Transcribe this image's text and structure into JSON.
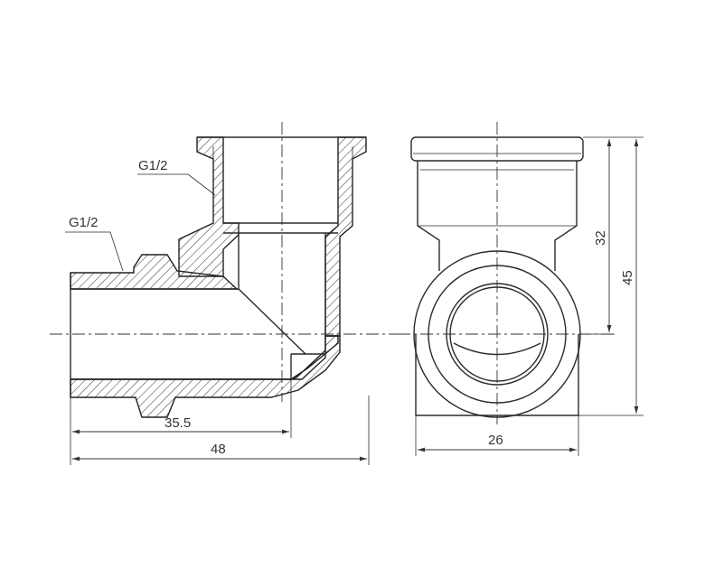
{
  "labels": {
    "thread_top": "G1/2",
    "thread_side": "G1/2"
  },
  "dimensions": {
    "length_inner": "35.5",
    "length_total": "48",
    "width_side": "26",
    "height_inner": "32",
    "height_total": "45"
  },
  "colors": {
    "line": "#2a2a2a",
    "background": "#ffffff"
  }
}
